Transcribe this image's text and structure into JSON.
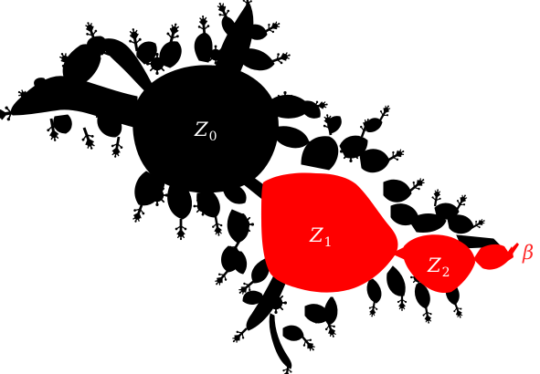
{
  "figure": {
    "background": "#ffffff",
    "julia_fill": "#000000",
    "highlight_fill": "#ff0000",
    "label_white": "#ffffff",
    "label_red": "#ff2a2a"
  },
  "labels": {
    "z0": {
      "main": "Z",
      "sub": "0"
    },
    "z1": {
      "main": "Z",
      "sub": "1"
    },
    "z2": {
      "main": "Z",
      "sub": "2"
    },
    "beta": "β"
  }
}
